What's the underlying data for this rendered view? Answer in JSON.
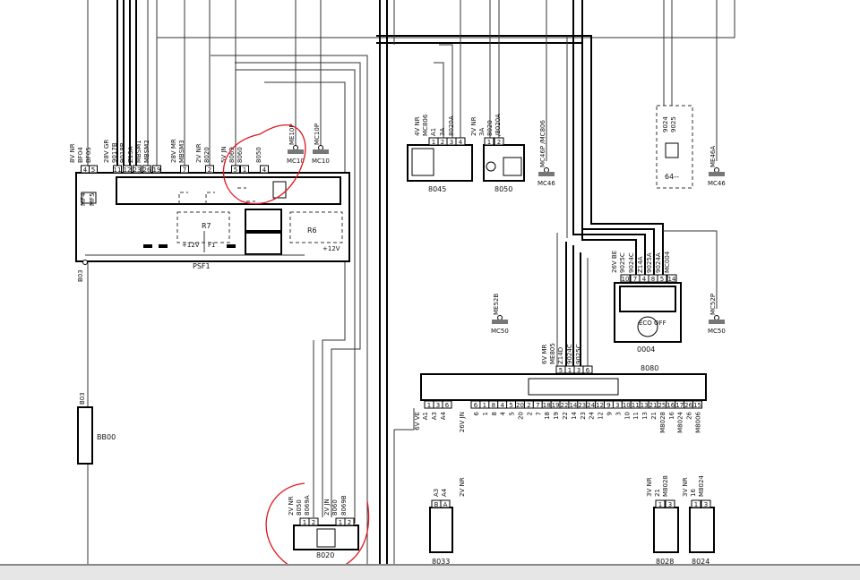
{
  "psf1": {
    "name": "PSF1",
    "ground_link": "B03",
    "wire_labels": [
      "8V NR",
      "BF04",
      "BF05",
      "28V GR",
      "9017B",
      "9018B",
      "Z13A",
      "MBSM1",
      "MBSM2",
      "28V MR",
      "MBSM3",
      "2V NR",
      "8020",
      "5V JN",
      "8069",
      "8060",
      "8050"
    ],
    "pins": [
      "4",
      "5",
      "11",
      "12",
      "23",
      "26",
      "19",
      "7",
      "2",
      "5",
      "1",
      "4"
    ],
    "fuses": [
      "MF4",
      "MF5"
    ],
    "relays": [
      "R7",
      "R6"
    ],
    "fuse_f1": "F1",
    "supply": "+12V"
  },
  "grounds": [
    {
      "wire": "ME10P",
      "name": "MC10"
    },
    {
      "wire": "MC10P",
      "name": "MC10"
    },
    {
      "wire": "MC46P /MC806",
      "name": "MC46"
    },
    {
      "wire": "ME46A",
      "name": "MC46"
    },
    {
      "wire": "ME52B",
      "name": "MC50"
    },
    {
      "wire": "MC52P",
      "name": "MC50"
    }
  ],
  "c8045": {
    "name": "8045",
    "wire_labels": [
      "4V NR",
      "MC806",
      "A1",
      "3A",
      "8020A"
    ],
    "pins": [
      "1",
      "2",
      "3",
      "4"
    ]
  },
  "c8050": {
    "name": "8050",
    "wire_labels": [
      "2V NR",
      "3A",
      "8020",
      "/8020A"
    ],
    "pins": [
      "1",
      "2"
    ]
  },
  "c64": {
    "name": "64--",
    "wire_labels": [
      "9024",
      "9025"
    ]
  },
  "c0004": {
    "name": "0004",
    "wire_labels": [
      "26V BE",
      "9025C",
      "9024C",
      "Z14A",
      "9025A",
      "9024A",
      "MC004"
    ],
    "pins": [
      "10",
      "7",
      "4",
      "8",
      "5",
      "14"
    ],
    "eco": "ECO OFF"
  },
  "c8080": {
    "name": "8080",
    "top_labels": [
      "6V MR",
      "ME805",
      "Z14D",
      "9024C",
      "9025C"
    ],
    "top_pins": [
      "5",
      "1",
      "3",
      "6"
    ],
    "bottom_pins_a": [
      "1",
      "3",
      "6"
    ],
    "bottom_labels_a": [
      "6V VE",
      "A1",
      "A3",
      "A4"
    ],
    "bottom_pins_b": [
      "6",
      "1",
      "8",
      "4",
      "5",
      "20",
      "2",
      "7",
      "18",
      "19",
      "22",
      "14",
      "23",
      "24",
      "12",
      "9",
      "3",
      "10",
      "11",
      "13",
      "21",
      "25",
      "16",
      "17",
      "26",
      "15"
    ],
    "bottom_labels_b": [
      "26V JN",
      "6",
      "1",
      "8",
      "4",
      "5",
      "20",
      "2",
      "7",
      "18",
      "19",
      "22",
      "14",
      "23",
      "24",
      "12",
      "9",
      "3",
      "10",
      "11",
      "13",
      "21",
      "M8028",
      "16",
      "M8024",
      "26",
      "M8006"
    ]
  },
  "c8033": {
    "name": "8033",
    "wire_labels": [
      "2V NR",
      "A3",
      "A4"
    ],
    "pins": [
      "B",
      "A"
    ]
  },
  "c8028": {
    "name": "8028",
    "wire_labels": [
      "3V NR",
      "21",
      "M8028"
    ],
    "pins": [
      "1",
      "3"
    ]
  },
  "c8024": {
    "name": "8024",
    "wire_labels": [
      "3V NR",
      "16",
      "M8024"
    ],
    "pins": [
      "1",
      "3"
    ]
  },
  "c8020": {
    "name": "8020",
    "wire_labels": [
      "2V NR",
      "8050",
      "8069A",
      "2V JN",
      "8060",
      "8069B"
    ],
    "pins": [
      "1",
      "2",
      "1",
      "2"
    ]
  },
  "bb00": {
    "name": "BB00",
    "link": "B03"
  }
}
